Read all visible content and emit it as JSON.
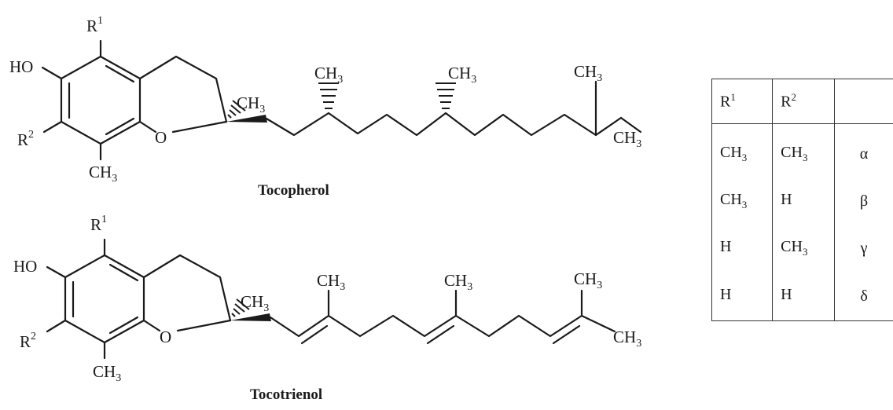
{
  "labels": {
    "ho": "HO",
    "r1": "R",
    "r1_sup": "1",
    "r2": "R",
    "r2_sup": "2",
    "o": "O",
    "ch": "CH",
    "three": "3"
  },
  "captions": {
    "tocopherol": "Tocopherol",
    "tocotrienol": "Tocotrienol"
  },
  "table": {
    "header": [
      {
        "base": "R",
        "sup": "1"
      },
      {
        "base": "R",
        "sup": "2"
      },
      {
        "base": "",
        "sup": ""
      }
    ],
    "rows": [
      [
        {
          "base": "CH",
          "sub": "3"
        },
        {
          "base": "CH",
          "sub": "3"
        },
        {
          "base": "α",
          "sub": ""
        }
      ],
      [
        {
          "base": "CH",
          "sub": "3"
        },
        {
          "base": "H",
          "sub": ""
        },
        {
          "base": "β",
          "sub": ""
        }
      ],
      [
        {
          "base": "H",
          "sub": ""
        },
        {
          "base": "CH",
          "sub": "3"
        },
        {
          "base": "γ",
          "sub": ""
        }
      ],
      [
        {
          "base": "H",
          "sub": ""
        },
        {
          "base": "H",
          "sub": ""
        },
        {
          "base": "δ",
          "sub": ""
        }
      ]
    ]
  }
}
